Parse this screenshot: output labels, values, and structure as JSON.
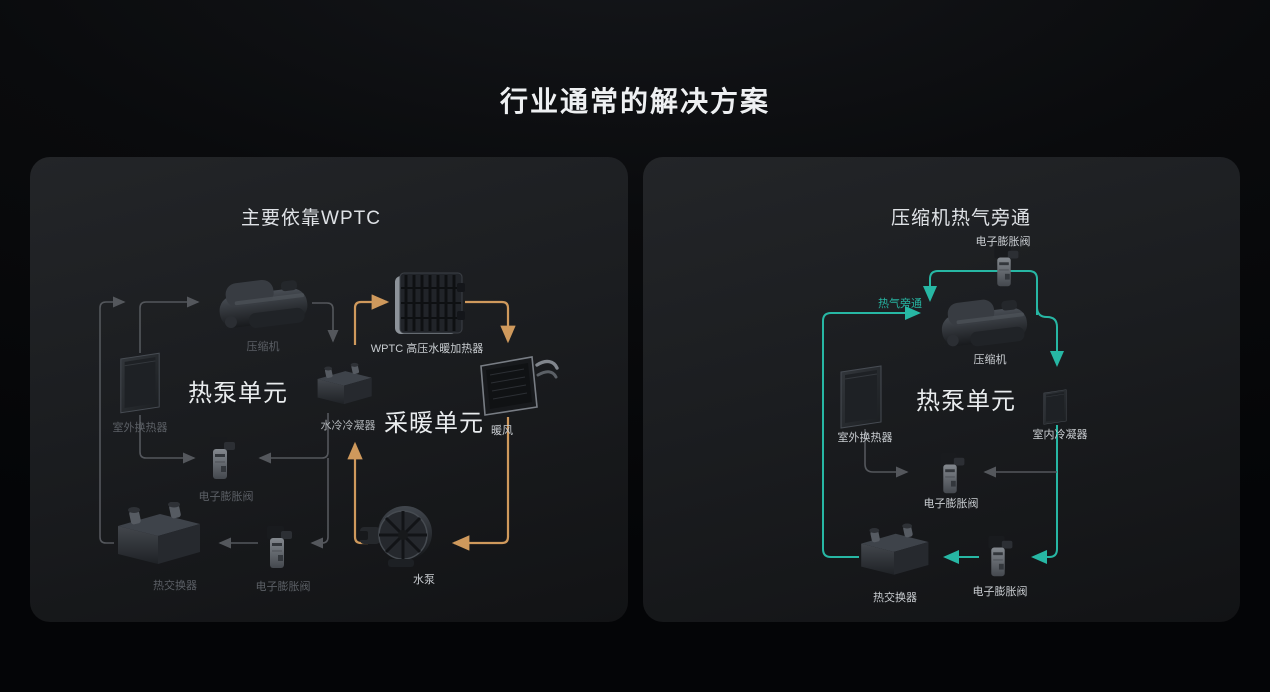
{
  "title": "行业通常的解决方案",
  "colors": {
    "accent_orange": "#cf995c",
    "accent_teal": "#27b7a4",
    "line_gray": "#54575c",
    "panel_bg": "#1b1d20"
  },
  "panels": {
    "left": {
      "title": "主要依靠WPTC",
      "unit_labels": [
        {
          "text": "热泵单元"
        },
        {
          "text": "采暖单元"
        }
      ],
      "components": [
        {
          "name": "compressor",
          "label": "压缩机"
        },
        {
          "name": "outdoor-heat-exchanger",
          "label": "室外换热器"
        },
        {
          "name": "water-cooled-condenser",
          "label": "水冷冷凝器"
        },
        {
          "name": "wptc-heater",
          "label": "WPTC 高压水暖加热器"
        },
        {
          "name": "heater-core",
          "label": "暖风"
        },
        {
          "name": "electronic-expansion-valve-1",
          "label": "电子膨胀阀"
        },
        {
          "name": "heat-exchanger",
          "label": "热交换器"
        },
        {
          "name": "electronic-expansion-valve-2",
          "label": "电子膨胀阀"
        },
        {
          "name": "water-pump",
          "label": "水泵"
        }
      ]
    },
    "right": {
      "title": "压缩机热气旁通",
      "flow_label": "热气旁通",
      "unit_labels": [
        {
          "text": "热泵单元"
        }
      ],
      "components": [
        {
          "name": "electronic-expansion-valve-top",
          "label": "电子膨胀阀"
        },
        {
          "name": "compressor",
          "label": "压缩机"
        },
        {
          "name": "outdoor-heat-exchanger",
          "label": "室外换热器"
        },
        {
          "name": "indoor-condenser",
          "label": "室内冷凝器"
        },
        {
          "name": "electronic-expansion-valve-mid",
          "label": "电子膨胀阀"
        },
        {
          "name": "heat-exchanger",
          "label": "热交换器"
        },
        {
          "name": "electronic-expansion-valve-bottom",
          "label": "电子膨胀阀"
        }
      ]
    }
  }
}
